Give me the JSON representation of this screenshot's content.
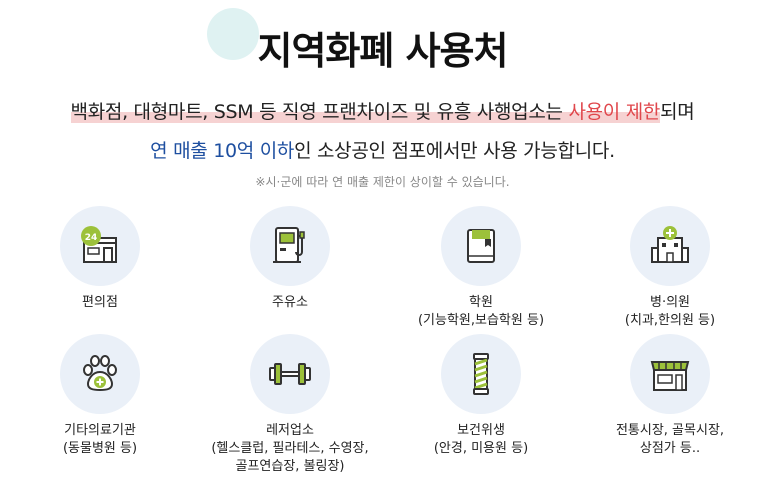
{
  "header": {
    "title": "지역화폐 사용처",
    "line1_part1": "백화점, 대형마트, SSM 등 직영 프랜차이즈 및 유흥 사행업소는 ",
    "line1_red": "사용이 제한",
    "line1_part2": "되며",
    "line2_blue": "연 매출 10억 이하",
    "line2_rest": "인 소상공인 점포에서만 사용 가능합니다.",
    "note": "※시·군에 따라 연 매출 제한이 상이할 수 있습니다."
  },
  "colors": {
    "accent_red": "#e0474c",
    "accent_blue": "#1e4fa0",
    "icon_bg": "#eaf0f8",
    "icon_green": "#9cc13a"
  },
  "items": [
    {
      "label": "편의점",
      "sub": "",
      "icon": "convenience-store-icon"
    },
    {
      "label": "주유소",
      "sub": "",
      "icon": "gas-station-icon"
    },
    {
      "label": "학원",
      "sub": "(기능학원,보습학원 등)",
      "icon": "book-icon"
    },
    {
      "label": "병·의원",
      "sub": "(치과,한의원 등)",
      "icon": "hospital-icon"
    },
    {
      "label": "기타의료기관",
      "sub": "(동물병원 등)",
      "icon": "paw-icon"
    },
    {
      "label": "레저업소",
      "sub": "(헬스클럽, 필라테스, 수영장,",
      "sub2": "골프연습장, 볼링장)",
      "icon": "dumbbell-icon"
    },
    {
      "label": "보건위생",
      "sub": "(안경, 미용원 등)",
      "icon": "barber-pole-icon"
    },
    {
      "label": "전통시장, 골목시장,",
      "sub": "상점가 등..",
      "icon": "market-icon"
    }
  ]
}
